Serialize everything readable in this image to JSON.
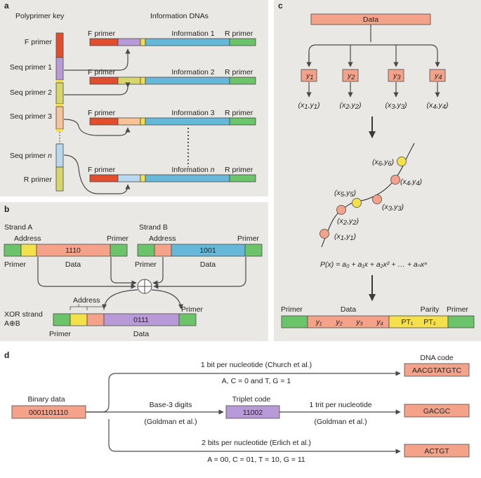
{
  "colors": {
    "panel_bg": "#e9e8e4",
    "red": "#e04e2e",
    "purple": "#b89ad8",
    "yellow": "#f4e04a",
    "blue": "#66b8d8",
    "green": "#6cc46a",
    "olive": "#d6d66a",
    "peach": "#f9c39a",
    "lightblue": "#b8d8ee",
    "salmon": "#f4a38a",
    "arrow": "#4a4a4a"
  },
  "panel_a": {
    "letter": "a",
    "key_title": "Polyprimer key",
    "info_title": "Information DNAs",
    "key_labels": [
      "F primer",
      "Seq primer 1",
      "Seq primer 2",
      "Seq primer 3",
      "Seq primer ",
      "R primer"
    ],
    "key_n": "n",
    "strands": [
      {
        "f": "F primer",
        "info": "Information 1",
        "info_n": "",
        "r": "R primer"
      },
      {
        "f": "F primer",
        "info": "Information 2",
        "info_n": "",
        "r": "R primer"
      },
      {
        "f": "F primer",
        "info": "Information 3",
        "info_n": "",
        "r": "R primer"
      },
      {
        "f": "F primer",
        "info": "Information ",
        "info_n": "n",
        "r": "R primer"
      }
    ]
  },
  "panel_b": {
    "letter": "b",
    "strand_a": {
      "title": "Strand A",
      "address": "Address",
      "primer_top": "Primer",
      "data_value": "1110",
      "primer_bottom": "Primer",
      "data_label": "Data"
    },
    "strand_b": {
      "title": "Strand B",
      "address": "Address",
      "primer_top": "Primer",
      "data_value": "1001",
      "primer_bottom": "Primer",
      "data_label": "Data"
    },
    "xor": {
      "title": "XOR strand",
      "subtitle": "A⊕B",
      "address": "Address",
      "primer_right": "Primer",
      "data_value": "0111",
      "primer_bottom": "Primer",
      "data_label": "Data"
    },
    "xor_symbol": "⊕"
  },
  "panel_c": {
    "letter": "c",
    "data_box": "Data",
    "y_boxes": [
      {
        "sym": "y",
        "sub": "1"
      },
      {
        "sym": "y",
        "sub": "2"
      },
      {
        "sym": "y",
        "sub": "3"
      },
      {
        "sym": "y",
        "sub": "4"
      }
    ],
    "pairs": [
      {
        "x": "x",
        "xs": "1",
        "y": "y",
        "ys": "1"
      },
      {
        "x": "x",
        "xs": "2",
        "y": "y",
        "ys": "2"
      },
      {
        "x": "x",
        "xs": "3",
        "y": "y",
        "ys": "3"
      },
      {
        "x": "x",
        "xs": "4",
        "y": "y",
        "ys": "4"
      }
    ],
    "curve_points": [
      {
        "label_x": "x",
        "xs": "1",
        "label_y": "y",
        "ys": "1",
        "kind": "data"
      },
      {
        "label_x": "x",
        "xs": "2",
        "label_y": "y",
        "ys": "2",
        "kind": "data"
      },
      {
        "label_x": "x",
        "xs": "5",
        "label_y": "y",
        "ys": "5",
        "kind": "parity"
      },
      {
        "label_x": "x",
        "xs": "3",
        "label_y": "y",
        "ys": "3",
        "kind": "data"
      },
      {
        "label_x": "x",
        "xs": "4",
        "label_y": "y",
        "ys": "4",
        "kind": "data"
      },
      {
        "label_x": "x",
        "xs": "6",
        "label_y": "y",
        "ys": "6",
        "kind": "parity"
      }
    ],
    "polynomial": "P(x) = a₀ + a₁x + a₂x² + … + aₙxⁿ",
    "final": {
      "primer_left": "Primer",
      "data_label": "Data",
      "parity_label": "Parity",
      "primer_right": "Primer",
      "cells": [
        "y₁",
        "y₂",
        "y₃",
        "y₄",
        "PT₁",
        "PT₂"
      ]
    }
  },
  "panel_d": {
    "letter": "d",
    "binary_title": "Binary data",
    "binary_value": "0001101110",
    "dna_code_title": "DNA code",
    "top": {
      "line1": "1 bit per nucleotide (Church et al.)",
      "line2": "A, C = 0 and T, G = 1",
      "result": "AACGTATGTC"
    },
    "middle": {
      "base3": "Base-3 digits",
      "goldman_left": "(Goldman et al.)",
      "triplet_title": "Triplet code",
      "triplet_value": "11002",
      "trit": "1 trit per nucleotide",
      "goldman_right": "(Goldman et al.)",
      "result": "GACGC"
    },
    "bottom": {
      "line1": "2 bits per nucleotide (Erlich et al.)",
      "line2": "A = 00, C = 01, T = 10, G = 11",
      "result": "ACTGT"
    }
  }
}
